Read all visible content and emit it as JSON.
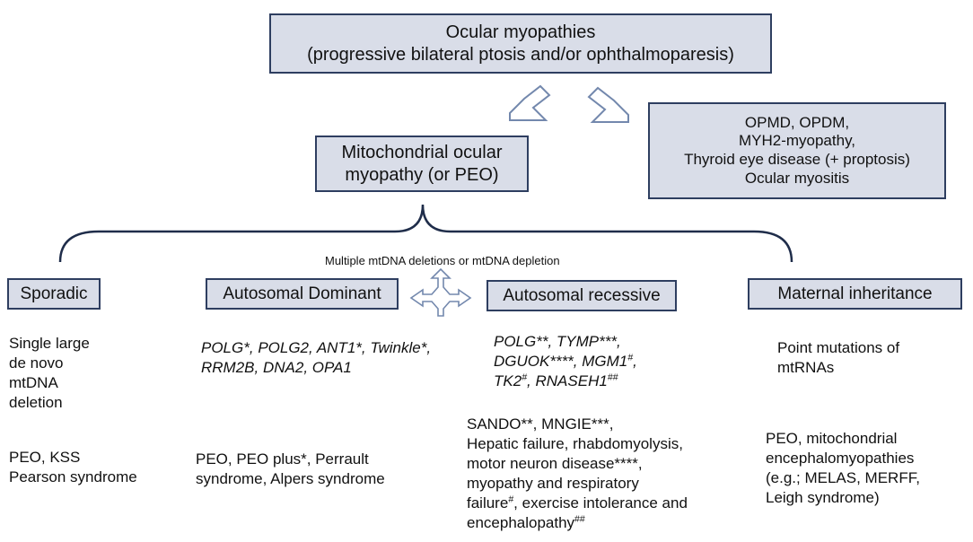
{
  "top_box": {
    "line1": "Ocular myopathies",
    "line2": "(progressive bilateral ptosis and/or ophthalmoparesis)"
  },
  "mito_box": {
    "line1": "Mitochondrial ocular",
    "line2": "myopathy (or PEO)"
  },
  "other_box": {
    "line1": "OPMD, OPDM,",
    "line2": "MYH2-myopathy,",
    "line3": "Thyroid eye disease (+ proptosis)",
    "line4": "Ocular myositis"
  },
  "multiple_label": "Multiple mtDNA deletions or mtDNA depletion",
  "categories": {
    "sporadic": "Sporadic",
    "ad": "Autosomal Dominant",
    "ar": "Autosomal recessive",
    "maternal": "Maternal inheritance"
  },
  "sporadic": {
    "genes": [
      "Single large",
      "de novo",
      "mtDNA",
      "deletion"
    ],
    "phenotypes": [
      "PEO, KSS",
      "Pearson syndrome"
    ]
  },
  "ad": {
    "genes": {
      "g1": "POLG*",
      "sep1": ", ",
      "g2": "POLG2",
      "sep2": ", ",
      "g3": "ANT1*",
      "sep3": ", ",
      "g4": "Twinkle*",
      "sep4": ",",
      "g5": "RRM2B",
      "sep5": ", ",
      "g6": "DNA2",
      "sep6": ", ",
      "g7": "OPA1"
    },
    "phenotypes": [
      "PEO, PEO plus*, Perrault",
      "syndrome, Alpers syndrome"
    ]
  },
  "ar": {
    "genes": {
      "l1": "POLG**, TYMP***,",
      "l2": "DGUOK****, MGM1",
      "l2_sup": "#",
      "l2_end": ",",
      "l3a": "TK2",
      "l3a_sup": "#",
      "l3b": ", RNASEH1",
      "l3b_sup": "##"
    },
    "phenotypes": {
      "p1": "SANDO**, MNGIE***,",
      "p2": "Hepatic failure, rhabdomyolysis,",
      "p3": "motor neuron disease****,",
      "p4": "myopathy and respiratory",
      "p5a": "failure",
      "p5_sup": "#",
      "p5b": ",  exercise intolerance and",
      "p6": "encephalopathy",
      "p6_sup": "##"
    }
  },
  "maternal": {
    "genes": [
      "Point mutations of",
      "mtRNAs"
    ],
    "phenotypes": [
      "PEO, mitochondrial",
      "encephalomyopathies",
      "(e.g.; MELAS, MERFF,",
      "Leigh syndrome)"
    ]
  },
  "colors": {
    "box_fill": "#d9dde8",
    "box_border": "#2e3e60",
    "bracket": "#1f2d4a",
    "arrow_border": "#7388ad"
  }
}
